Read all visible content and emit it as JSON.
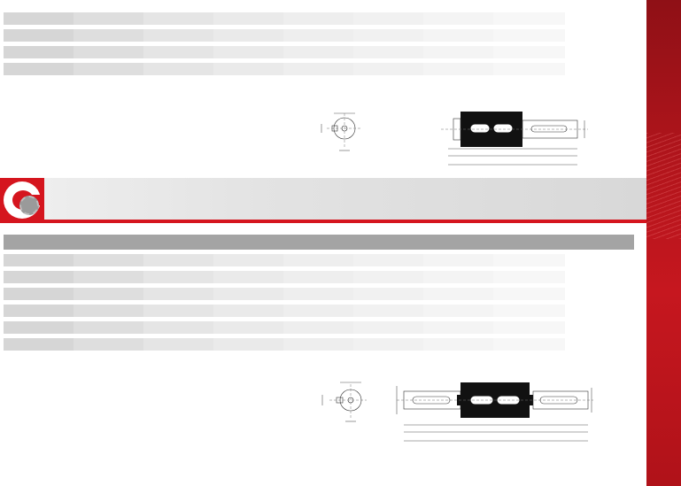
{
  "table_top": {
    "rows": 4,
    "columns": 8
  },
  "table_bottom": {
    "rows": 6,
    "columns": 8
  },
  "colors": {
    "brand_red": "#d5151e",
    "ribbon_dark": "#8f1016",
    "header_gray": "#a4a4a4"
  },
  "icons": {
    "logo": "company-gear-c-logo",
    "drawing_top_end": "shaft-end-view-drawing",
    "drawing_top_side": "shaft-side-view-drawing",
    "drawing_bottom_end": "double-shaft-end-view-drawing",
    "drawing_bottom_side": "double-shaft-side-view-drawing"
  }
}
